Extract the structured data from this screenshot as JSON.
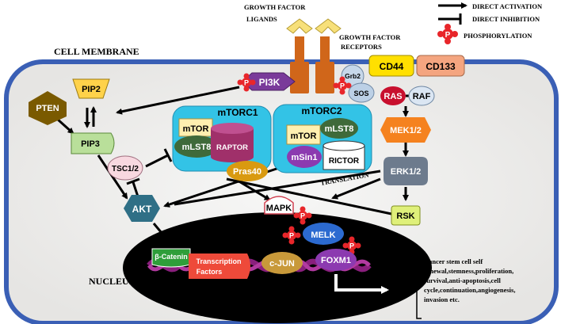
{
  "legend": {
    "activation": "DIRECT ACTIVATION",
    "inhibition": "DIRECT INHIBITION",
    "phosphorylation": "PHOSPHORYLATION",
    "p_symbol": "P"
  },
  "labels": {
    "growth_factor_ligands_line1": "GROWTH FACTOR",
    "growth_factor_ligands_line2": "LIGANDS",
    "growth_factor_receptors_line1": "GROWTH FACTOR",
    "growth_factor_receptors_line2": "RECEPTORS",
    "cell_membrane": "CELL MEMBRANE",
    "nucleus": "NUCLEUS",
    "translation": "TRANSLATION",
    "mtorc1": "mTORC1",
    "mtorc2": "mTORC2"
  },
  "nodes": {
    "cd44": "CD44",
    "cd133": "CD133",
    "pi3k": "PI3K",
    "grb2": "Grb2",
    "sos": "SOS",
    "ras": "RAS",
    "raf": "RAF",
    "mek": "MEK1/2",
    "erk": "ERK1/2",
    "rsk": "RSK",
    "pten": "PTEN",
    "pip2": "PIP2",
    "pip3": "PIP3",
    "tsc": "TSC1/2",
    "akt": "AKT",
    "mtor1": "mTOR",
    "mlst8_1": "mLST8",
    "raptor": "RAPTOR",
    "pras40": "Pras40",
    "mtor2": "mTOR",
    "mlst8_2": "mLST8",
    "msin1": "mSin1",
    "rictor": "RICTOR",
    "mapk": "MAPK",
    "melk": "MELK",
    "beta_catenin": "β-Catenin",
    "tf_line1": "Transcription",
    "tf_line2": "Factors",
    "cjun": "c-JUN",
    "foxm1": "FOXM1"
  },
  "outcomes": [
    "Cancer stem cell self",
    "renewal,stemness,proliferation,",
    "survival,anti-apoptosis,cell",
    "cycle,continuation,angiogenesis,",
    "invasion etc."
  ],
  "colors": {
    "membrane": "#3a5fb5",
    "cytoplasm": "#f1f0ee",
    "nucleus": "#000000",
    "dna": "#8a1f7d",
    "mtorc_box": "#33c3e6",
    "phospho": "#e8262a",
    "cd44": "#ffe000",
    "cd133": "#f4a580",
    "pi3k": "#7a3a9a",
    "receptor": "#d0661a",
    "ligand": "#f7e07a",
    "ras": "#c8102e",
    "mek": "#f5821f",
    "erk": "#6d7b8d",
    "rsk": "#dff07a",
    "pten": "#7a5a00",
    "pip2": "#ffd24a",
    "pip3": "#b9df9a",
    "akt": "#2f6f86",
    "mapk": "#ffffff",
    "melk": "#2c6ad0",
    "beta_catenin": "#2e9e3a",
    "tf": "#ee4a3a",
    "cjun": "#c8993a",
    "foxm1": "#8c3ab0",
    "pras40": "#d99a10",
    "raptor": "#a0306a",
    "mtor": "#fff0b0",
    "mlst8": "#3f6a3a",
    "msin1": "#8c3ab0"
  }
}
